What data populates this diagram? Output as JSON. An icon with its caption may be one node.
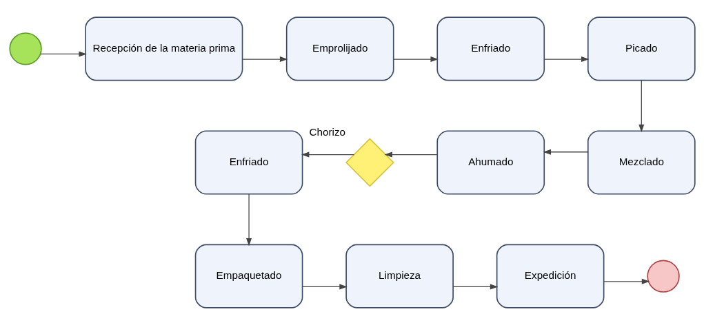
{
  "diagram": {
    "nodes": [
      {
        "text": [],
        "shape": "circle"
      },
      {
        "text": [
          "Recepción de la materia prima"
        ]
      },
      {
        "text": [
          "Emprolijado"
        ]
      },
      {
        "text": [
          "Enfriado"
        ]
      },
      {
        "text": [
          "Picado"
        ]
      },
      {
        "text": [
          "Mezclado"
        ]
      },
      {
        "text": [
          "Ahumado"
        ]
      },
      {
        "text": [],
        "shape": "diamond",
        "beside": [
          "Chorizo"
        ]
      },
      {
        "text": [
          "Enfriado"
        ]
      },
      {
        "text": [
          "Empaquetado"
        ]
      },
      {
        "text": [
          "Limpieza"
        ]
      },
      {
        "text": [
          "Expedición"
        ]
      },
      {
        "text": [],
        "shape": "circle"
      }
    ],
    "edges": [
      {
        "from": 0,
        "to": 1,
        "arrow": "to"
      },
      {
        "from": 1,
        "to": 2,
        "arrow": "to"
      },
      {
        "from": 2,
        "to": 3,
        "arrow": "to"
      },
      {
        "from": 3,
        "to": 4,
        "arrow": "to"
      },
      {
        "from": 4,
        "to": 5,
        "arrow": "to"
      },
      {
        "from": 5,
        "to": 6,
        "arrow": "to"
      },
      {
        "from": 6,
        "to": 7,
        "arrow": "to"
      },
      {
        "from": 7,
        "to": 8,
        "arrow": "to"
      },
      {
        "from": 8,
        "to": 9,
        "arrow": "to"
      },
      {
        "from": 9,
        "to": 10,
        "arrow": "to"
      },
      {
        "from": 10,
        "to": 11,
        "arrow": "to"
      },
      {
        "from": 11,
        "to": 12,
        "arrow": "to"
      }
    ]
  }
}
